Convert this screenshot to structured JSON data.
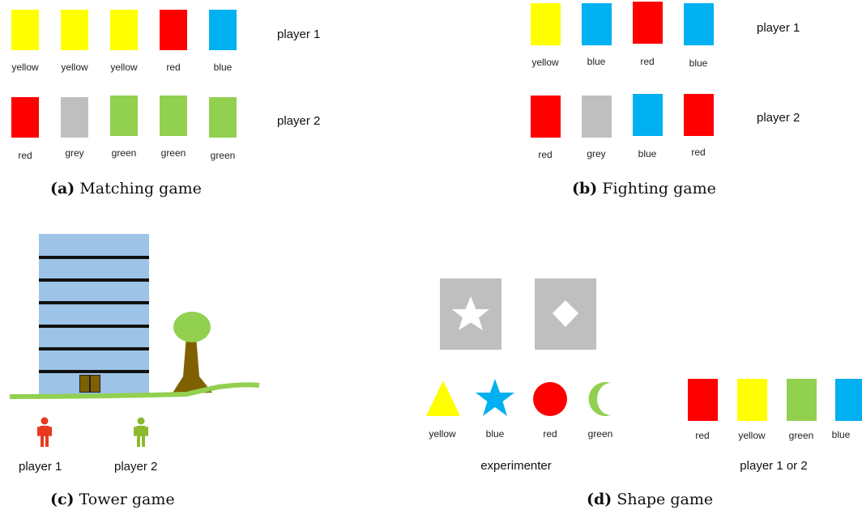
{
  "colors": {
    "yellow": "#ffff00",
    "red": "#ff0000",
    "blue": "#00b0f0",
    "grey": "#bfbfbf",
    "green": "#92d050",
    "sky": "#9dc3e6",
    "brown": "#7f6000",
    "ground": "#92d050",
    "person_red": "#e8391f",
    "person_green": "#8db92e"
  },
  "panel_a": {
    "caption_letter": "(a)",
    "caption_text": "Matching game",
    "player1": {
      "label": "player 1",
      "cards": [
        {
          "color": "yellow",
          "label": "yellow"
        },
        {
          "color": "yellow",
          "label": "yellow"
        },
        {
          "color": "yellow",
          "label": "yellow"
        },
        {
          "color": "red",
          "label": "red"
        },
        {
          "color": "blue",
          "label": "blue"
        }
      ]
    },
    "player2": {
      "label": "player 2",
      "cards": [
        {
          "color": "red",
          "label": "red"
        },
        {
          "color": "grey",
          "label": "grey"
        },
        {
          "color": "green",
          "label": "green"
        },
        {
          "color": "green",
          "label": "green"
        },
        {
          "color": "green",
          "label": "green"
        }
      ]
    }
  },
  "panel_b": {
    "caption_letter": "(b)",
    "caption_text": "Fighting game",
    "player1": {
      "label": "player 1",
      "cards": [
        {
          "color": "yellow",
          "label": "yellow"
        },
        {
          "color": "blue",
          "label": "blue"
        },
        {
          "color": "red",
          "label": "red"
        },
        {
          "color": "blue",
          "label": "blue"
        }
      ]
    },
    "player2": {
      "label": "player 2",
      "cards": [
        {
          "color": "red",
          "label": "red"
        },
        {
          "color": "grey",
          "label": "grey"
        },
        {
          "color": "blue",
          "label": "blue"
        },
        {
          "color": "red",
          "label": "red"
        }
      ]
    }
  },
  "panel_c": {
    "caption_letter": "(c)",
    "caption_text": "Tower game",
    "player1_label": "player 1",
    "player2_label": "player 2",
    "tower_floors": 6
  },
  "panel_d": {
    "caption_letter": "(d)",
    "caption_text": "Shape game",
    "target_shapes": [
      "star-icon",
      "diamond-icon"
    ],
    "experimenter_label": "experimenter",
    "experimenter_shapes": [
      {
        "shape": "triangle-icon",
        "color": "yellow",
        "label": "yellow"
      },
      {
        "shape": "star-icon",
        "color": "blue",
        "label": "blue"
      },
      {
        "shape": "circle-icon",
        "color": "red",
        "label": "red"
      },
      {
        "shape": "crescent-icon",
        "color": "green",
        "label": "green"
      }
    ],
    "player_label": "player 1 or 2",
    "player_cards": [
      {
        "color": "red",
        "label": "red"
      },
      {
        "color": "yellow",
        "label": "yellow"
      },
      {
        "color": "green",
        "label": "green"
      },
      {
        "color": "blue",
        "label": "blue"
      }
    ]
  }
}
